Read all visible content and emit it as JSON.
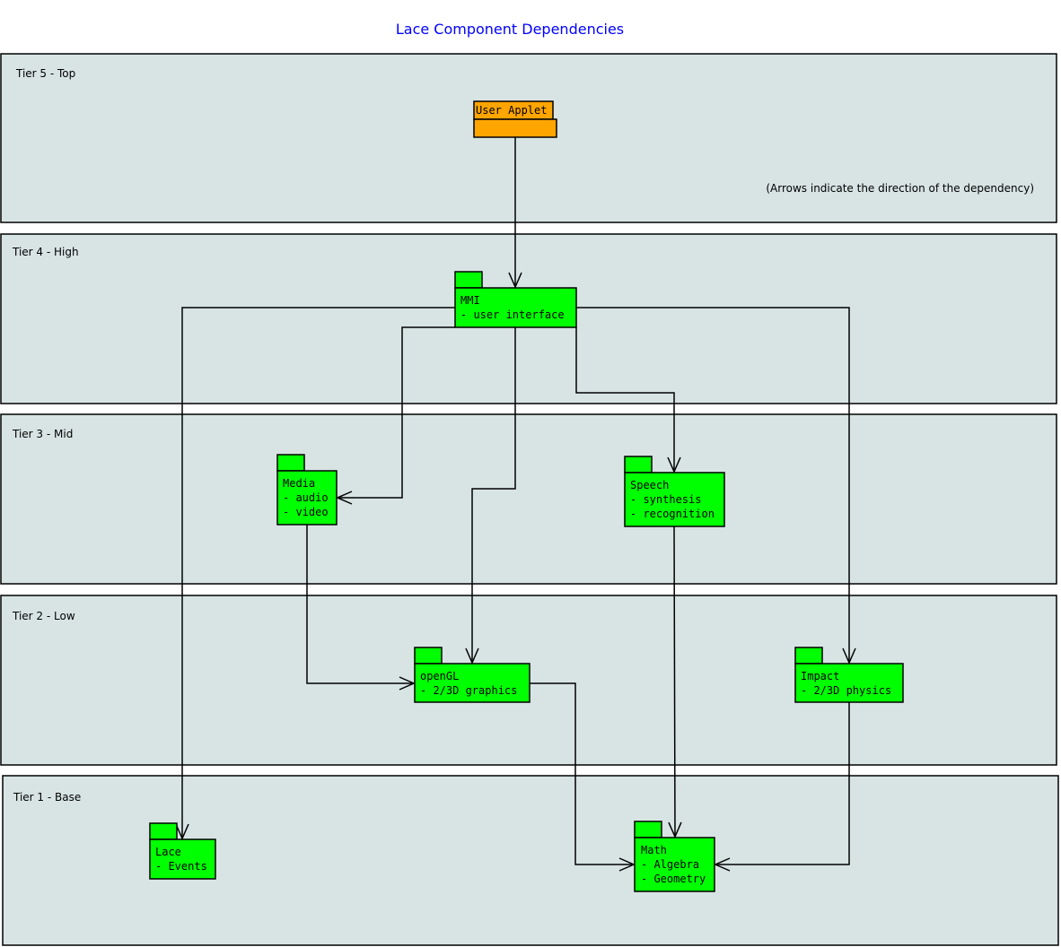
{
  "title": "Lace Component Dependencies",
  "note": "(Arrows indicate the direction of the dependency)",
  "colors": {
    "tier_fill": "#d8e4e4",
    "package_green": "#00ff00",
    "package_orange": "#ffa500",
    "title": "#0000ff"
  },
  "tiers": [
    {
      "label": "Tier 5 - Top"
    },
    {
      "label": "Tier 4 - High"
    },
    {
      "label": "Tier 3 - Mid"
    },
    {
      "label": "Tier 2 - Low"
    },
    {
      "label": "Tier 1 - Base"
    }
  ],
  "packages": {
    "user_applet": {
      "name": "User Applet",
      "lines": []
    },
    "mmi": {
      "name": "MMI",
      "lines": [
        "- user interface"
      ]
    },
    "media": {
      "name": "Media",
      "lines": [
        "- audio",
        "- video"
      ]
    },
    "speech": {
      "name": "Speech",
      "lines": [
        "- synthesis",
        "- recognition"
      ]
    },
    "opengl": {
      "name": "openGL",
      "lines": [
        "- 2/3D graphics"
      ]
    },
    "impact": {
      "name": "Impact",
      "lines": [
        "- 2/3D physics"
      ]
    },
    "lace": {
      "name": "Lace",
      "lines": [
        "- Events"
      ]
    },
    "math": {
      "name": "Math",
      "lines": [
        "- Algebra",
        "- Geometry"
      ]
    }
  },
  "dependencies": [
    {
      "from": "User Applet",
      "to": "MMI"
    },
    {
      "from": "MMI",
      "to": "Lace"
    },
    {
      "from": "MMI",
      "to": "Media"
    },
    {
      "from": "MMI",
      "to": "openGL"
    },
    {
      "from": "MMI",
      "to": "Speech"
    },
    {
      "from": "MMI",
      "to": "Impact"
    },
    {
      "from": "Media",
      "to": "openGL"
    },
    {
      "from": "Speech",
      "to": "Math"
    },
    {
      "from": "openGL",
      "to": "Math"
    },
    {
      "from": "Impact",
      "to": "Math"
    }
  ]
}
